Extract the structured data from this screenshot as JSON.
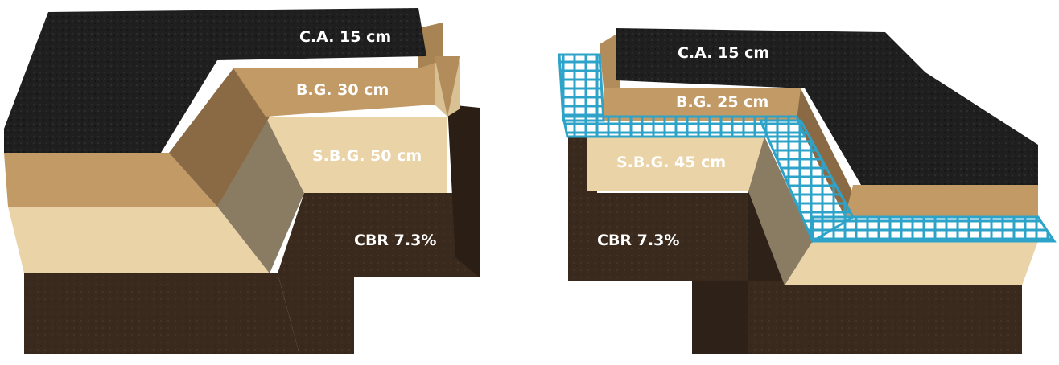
{
  "diagrams": [
    {
      "id": "left",
      "labels": {
        "ca": "C.A. 15 cm",
        "bg": "B.G. 30 cm",
        "sbg": "S.B.G. 50 cm",
        "cbr": "CBR 7.3%"
      },
      "has_geogrid": false
    },
    {
      "id": "right",
      "labels": {
        "ca": "C.A. 15 cm",
        "bg": "B.G. 25 cm",
        "sbg": "S.B.G. 45 cm",
        "cbr": "CBR 7.3%"
      },
      "has_geogrid": true
    }
  ],
  "colors": {
    "asphalt": "#1e1e1f",
    "base_gravel": "#c29a66",
    "subbase_gravel": "#ead3a7",
    "soil": "#3a2a1d",
    "geogrid": "#2ea3c9"
  }
}
